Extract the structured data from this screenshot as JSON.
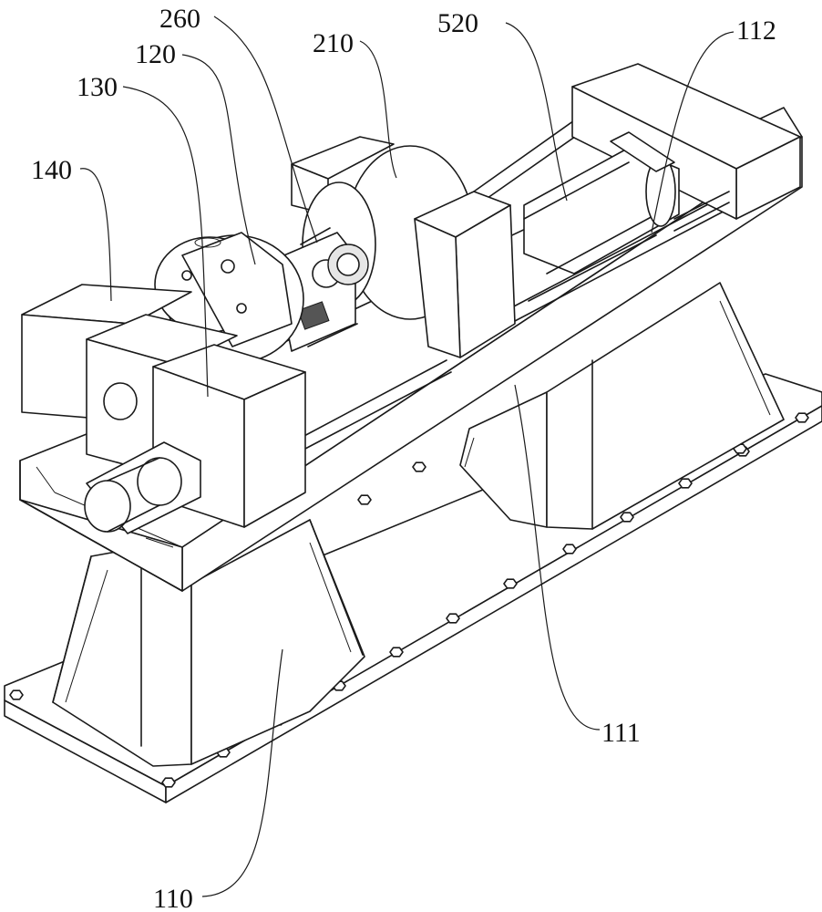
{
  "labels": {
    "l260": "260",
    "l210": "210",
    "l520": "520",
    "l112": "112",
    "l120": "120",
    "l130": "130",
    "l140": "140",
    "l111": "111",
    "l110": "110"
  },
  "colors": {
    "line": "#1a1a1a",
    "background": "#ffffff",
    "shade": "#e6e6e6"
  }
}
